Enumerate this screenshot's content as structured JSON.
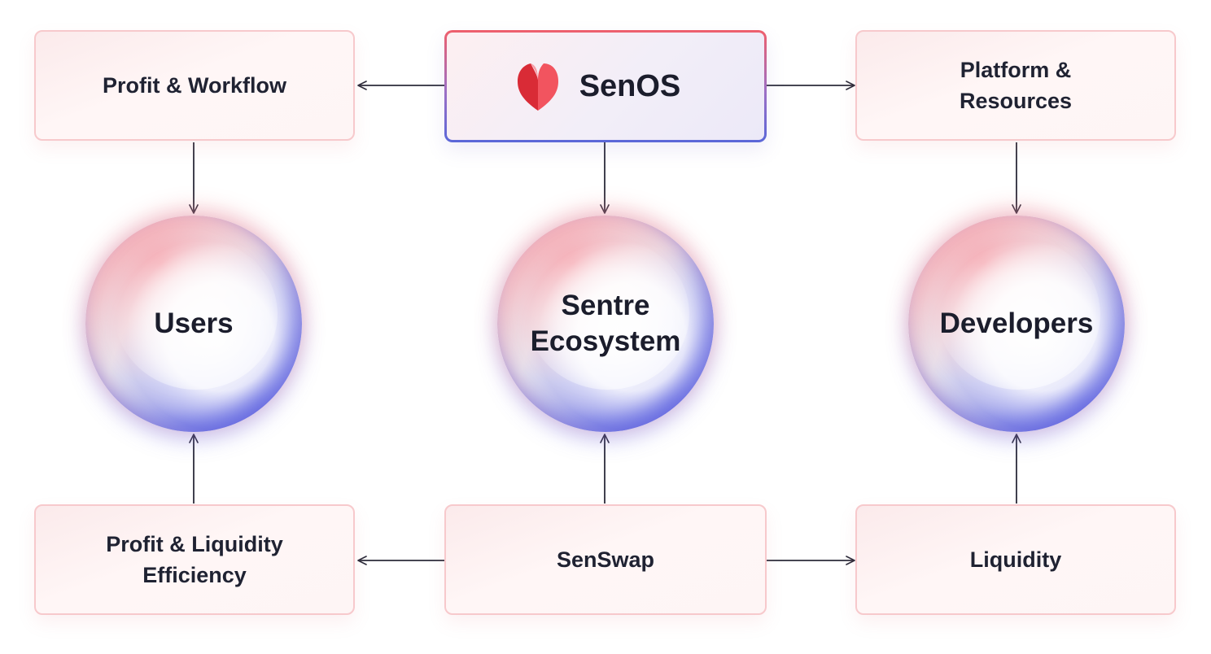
{
  "diagram": {
    "senos": {
      "title": "SenOS",
      "logo_icon": "heart-leaf-logo",
      "colors": {
        "logo_primary": "#f2545f",
        "logo_shade": "#d92b36"
      }
    },
    "top_left": {
      "label": "Profit & Workflow"
    },
    "top_right": {
      "label": "Platform &\nResources"
    },
    "bottom_left": {
      "label": "Profit & Liquidity\nEfficiency"
    },
    "bottom_center": {
      "label": "SenSwap"
    },
    "bottom_right": {
      "label": "Liquidity"
    },
    "spheres": {
      "left": {
        "label": "Users"
      },
      "center": {
        "label": "Sentre\nEcosystem"
      },
      "right": {
        "label": "Developers"
      }
    },
    "colors": {
      "box_border": "#f7c9cc",
      "sphere_red": "#f28e96",
      "sphere_blue": "#5c62e2",
      "arrow": "#2b2b3a"
    }
  }
}
